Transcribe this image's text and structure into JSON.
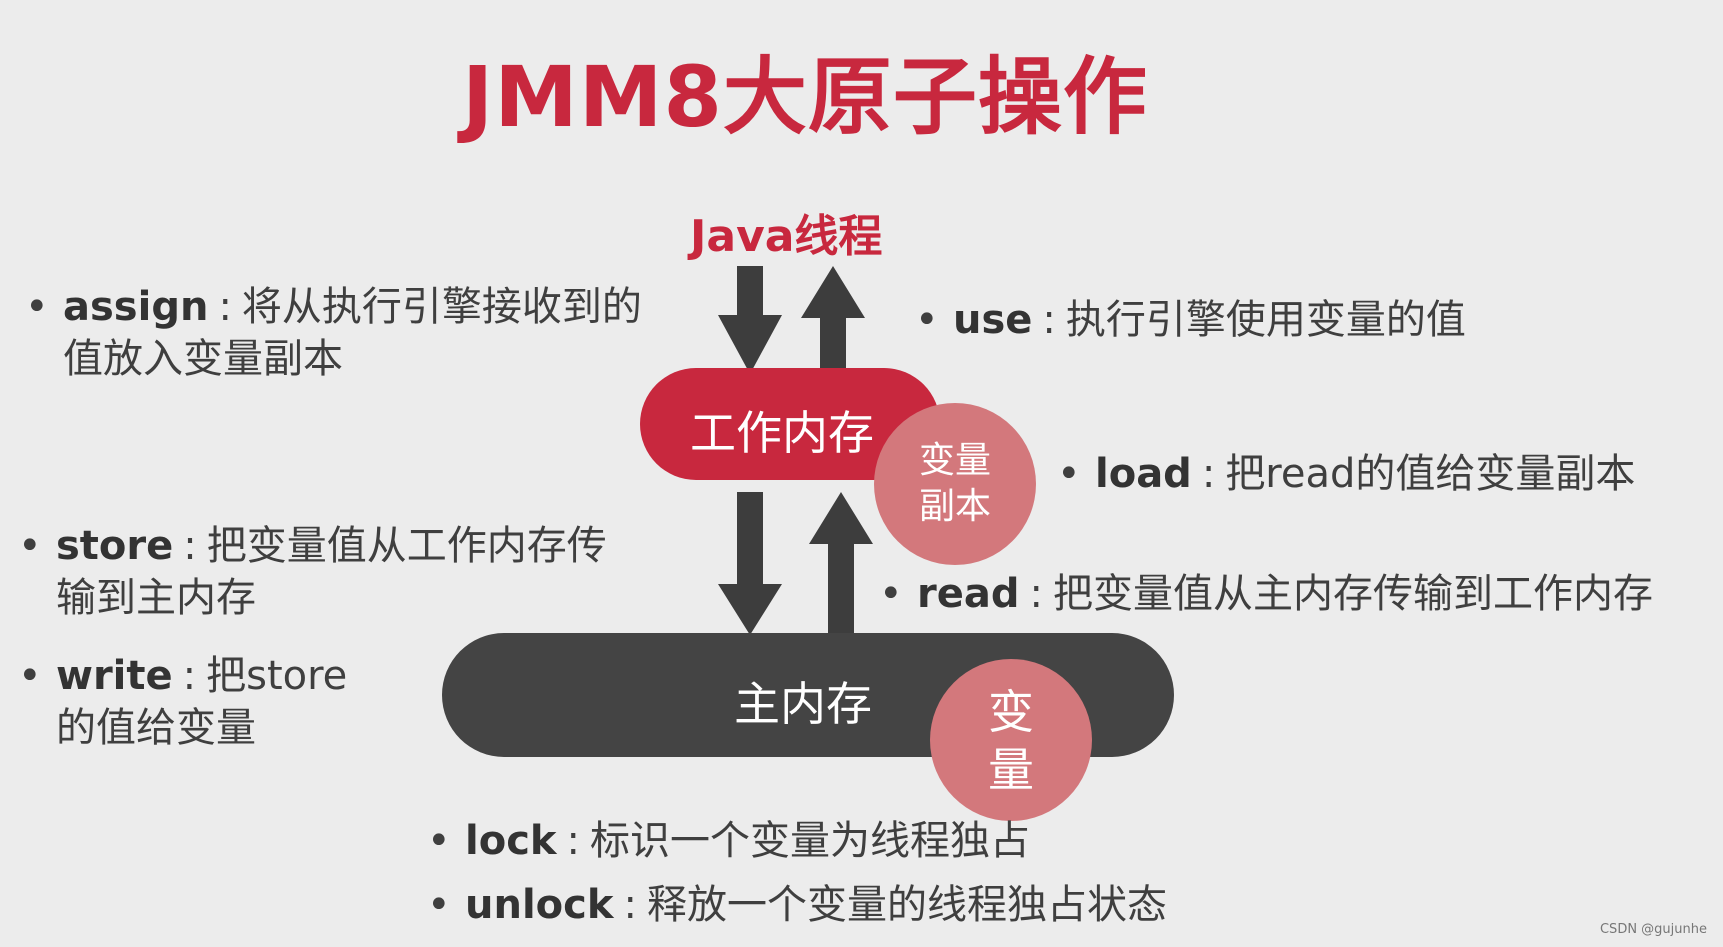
{
  "title": "JMM8大原子操作",
  "diagram": {
    "thread_label": "Java线程",
    "working_memory": "工作内存",
    "variable_copy": [
      "变量",
      "副本"
    ],
    "main_memory": "主内存",
    "variable": [
      "变",
      "量"
    ]
  },
  "operations": {
    "assign": {
      "key": "assign",
      "sep": ":",
      "desc_line1": "将从执行引擎接收到的",
      "desc_line2": "值放入变量副本"
    },
    "use": {
      "key": "use",
      "sep": ":",
      "desc": "执行引擎使用变量的值"
    },
    "load": {
      "key": "load",
      "sep": ":",
      "desc": "把read的值给变量副本"
    },
    "store": {
      "key": "store",
      "sep": ":",
      "desc_line1": "把变量值从工作内存传",
      "desc_line2": "输到主内存"
    },
    "read": {
      "key": "read",
      "sep": ":",
      "desc": "把变量值从主内存传输到工作内存"
    },
    "write": {
      "key": "write",
      "sep": ":",
      "desc_line1": "把store",
      "desc_line2": "的值给变量"
    },
    "lock": {
      "key": "lock",
      "sep": ":",
      "desc": "标识一个变量为线程独占"
    },
    "unlock": {
      "key": "unlock",
      "sep": ":",
      "desc": "释放一个变量的线程独占状态"
    }
  },
  "bullet": "•",
  "watermark": "CSDN @gujunhe",
  "colors": {
    "accent": "#c8283e",
    "dark": "#444444",
    "bubble": "#d3787c",
    "background": "#ececec"
  }
}
